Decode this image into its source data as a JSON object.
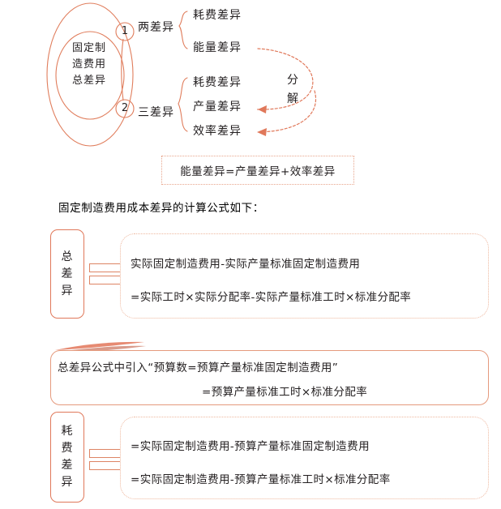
{
  "diagram": {
    "center": {
      "lines": [
        "固定制",
        "造费用",
        "总差异"
      ]
    },
    "branches": [
      {
        "number": "1",
        "title": "两差异",
        "leaves": [
          "耗费差异",
          "能量差异"
        ]
      },
      {
        "number": "2",
        "title": "三差异",
        "leaves": [
          "耗费差异",
          "产量差异",
          "效率差异"
        ]
      }
    ],
    "decompose_label": {
      "lines": [
        "分",
        "解"
      ]
    },
    "equation_box": "能量差异=产量差异+效率差异"
  },
  "caption": "固定制造费用成本差异的计算公式如下：",
  "rows": [
    {
      "label_lines": [
        "总",
        "差",
        "异"
      ],
      "formula_lines": [
        "实际固定制造费用-实际产量标准固定制造费用",
        "=实际工时×实际分配率-实际产量标准工时×标准分配率"
      ]
    },
    {
      "label_lines": [
        "耗",
        "费",
        "差",
        "异"
      ],
      "formula_lines": [
        "=实际固定制造费用-预算产量标准固定制造费用",
        "=实际固定制造费用-预算产量标准工时×标准分配率"
      ]
    }
  ],
  "statement": {
    "line1": "总差异公式中引入“预算数=预算产量标准固定制造费用”",
    "line2": "=预算产量标准工时×标准分配率"
  },
  "colors": {
    "accent_stroke": "#e0785a",
    "accent_light": "#eeb79e",
    "accent_dotted": "#e8a58c",
    "text": "#231f20",
    "background": "#ffffff"
  }
}
